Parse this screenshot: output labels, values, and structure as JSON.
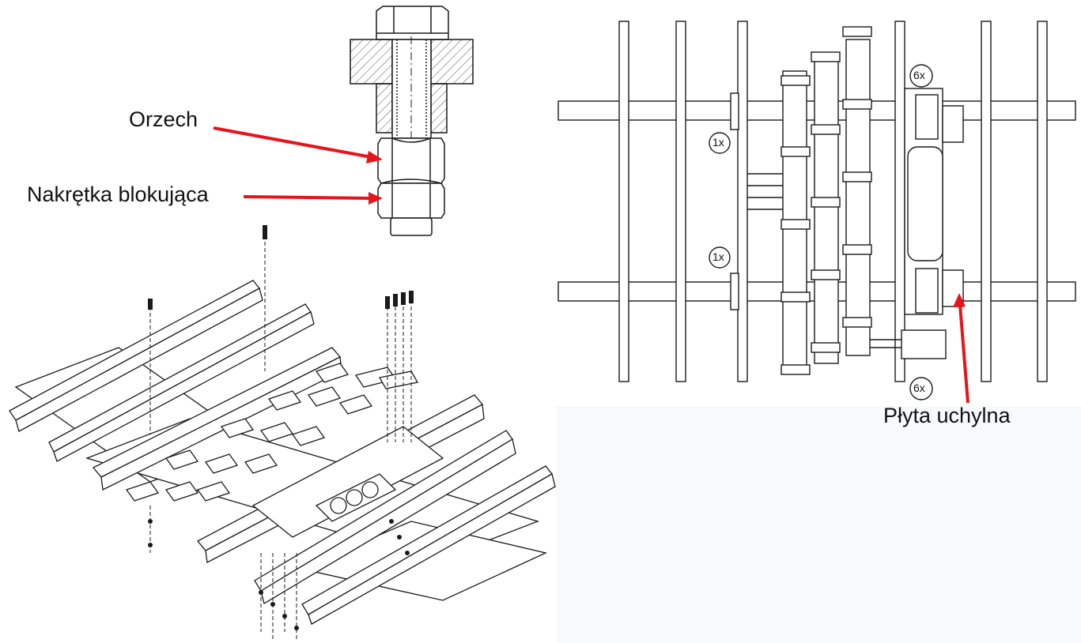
{
  "labels": {
    "nut": "Orzech",
    "lock_nut": "Nakrętka blokująca",
    "tilt_plate": "Płyta uchylna",
    "count_1x_top": "1x",
    "count_1x_bottom": "1x",
    "count_6x_top": "6x",
    "count_6x_bottom": "6x"
  },
  "colors": {
    "arrow": "#e8141b",
    "line": "#1a1a1a",
    "hatch": "#555555"
  }
}
